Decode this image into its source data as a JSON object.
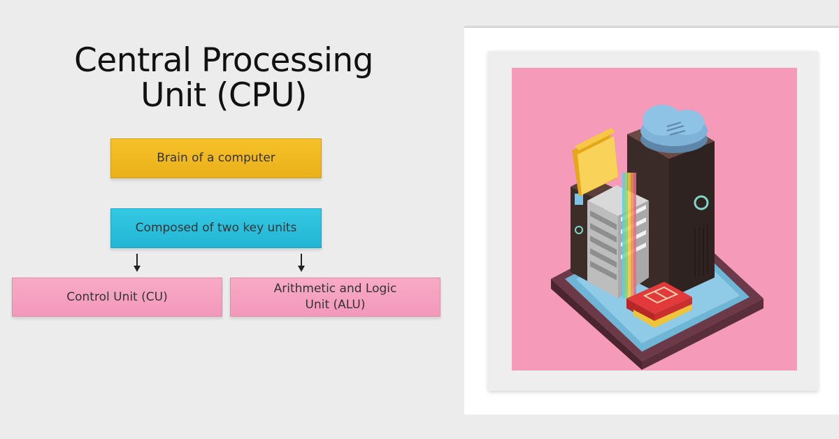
{
  "title": {
    "line1": "Central Processing",
    "line2": "Unit (CPU)"
  },
  "diagram": {
    "top_box": "Brain of a computer",
    "middle_box": "Composed of two key units",
    "left_unit": "Control Unit (CU)",
    "right_unit_line1": "Arithmetic and Logic",
    "right_unit_line2": "Unit (ALU)"
  },
  "colors": {
    "top_box": "#f2b824",
    "middle_box": "#2cc0dc",
    "unit_boxes": "#f6a2c2",
    "illustration_bg": "#f59ab9"
  },
  "illustration": {
    "icons": [
      "server-tower-icon",
      "cloud-icon",
      "folder-icon",
      "chip-icon",
      "rack-server-icon"
    ]
  }
}
